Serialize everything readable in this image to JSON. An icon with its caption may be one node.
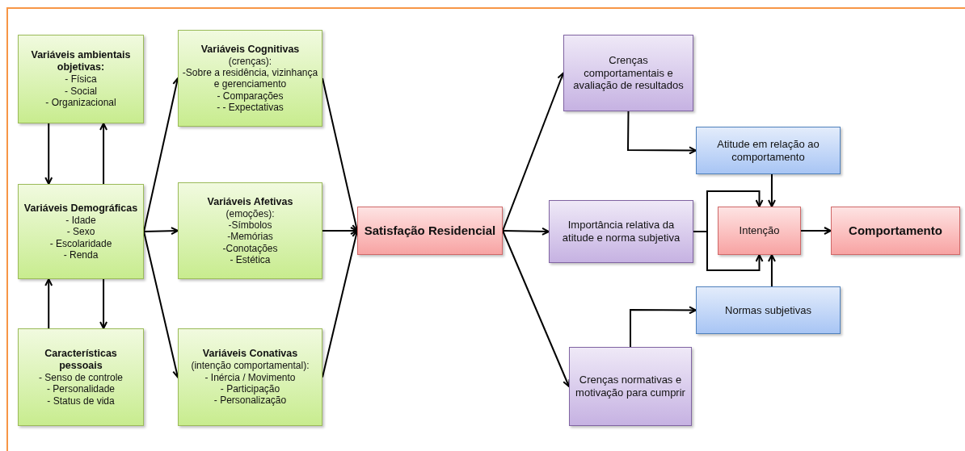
{
  "diagram": {
    "nodes": [
      {
        "text": [
          "Variáveis ambientais objetivas:",
          "- Física",
          "- Social",
          "- Organizacional"
        ]
      },
      {
        "text": [
          "Variáveis Demográficas",
          "- Idade",
          "- Sexo",
          "- Escolaridade",
          "- Renda"
        ]
      },
      {
        "text": [
          "Características pessoais",
          "- Senso de controle",
          "- Personalidade",
          "- Status de vida"
        ]
      },
      {
        "text": [
          "Variáveis Cognitivas",
          "(crenças):",
          "-Sobre a residência, vizinhança e gerenciamento",
          "- Comparações",
          "- - Expectativas"
        ]
      },
      {
        "text": [
          "Variáveis Afetivas",
          "(emoções):",
          "-Símbolos",
          "-Memórias",
          "-Conotações",
          "- Estética"
        ]
      },
      {
        "text": [
          "Variáveis Conativas",
          "(intenção comportamental):",
          "- Inércia / Movimento",
          "- Participação",
          "- Personalização"
        ]
      },
      {
        "text": [
          "Satisfação Residencial"
        ]
      },
      {
        "text": [
          "Crenças comportamentais e avaliação de resultados"
        ]
      },
      {
        "text": [
          "Importância relativa da atitude e norma subjetiva"
        ]
      },
      {
        "text": [
          "Crenças normativas e motivação para cumprir"
        ]
      },
      {
        "text": [
          "Atitude em relação ao comportamento"
        ]
      },
      {
        "text": [
          "Intenção"
        ]
      },
      {
        "text": [
          "Comportamento"
        ]
      },
      {
        "text": [
          "Normas subjetivas"
        ]
      }
    ],
    "edges": [
      {
        "from": 0,
        "to": 1,
        "arrow": "to"
      },
      {
        "from": 1,
        "to": 0,
        "arrow": "to"
      },
      {
        "from": 2,
        "to": 1,
        "arrow": "to"
      },
      {
        "from": 1,
        "to": 2,
        "arrow": "to"
      },
      {
        "from": 1,
        "to": 3,
        "arrow": "to"
      },
      {
        "from": 1,
        "to": 4,
        "arrow": "to"
      },
      {
        "from": 1,
        "to": 5,
        "arrow": "to"
      },
      {
        "from": 3,
        "to": 6,
        "arrow": "to"
      },
      {
        "from": 4,
        "to": 6,
        "arrow": "to"
      },
      {
        "from": 5,
        "to": 6,
        "arrow": "to"
      },
      {
        "from": 6,
        "to": 7,
        "arrow": "to"
      },
      {
        "from": 6,
        "to": 8,
        "arrow": "to"
      },
      {
        "from": 6,
        "to": 9,
        "arrow": "to"
      },
      {
        "from": 7,
        "to": 10,
        "arrow": "to"
      },
      {
        "from": 9,
        "to": 13,
        "arrow": "to"
      },
      {
        "from": 8,
        "to": 11,
        "arrow": "to"
      },
      {
        "from": 8,
        "to": 11,
        "arrow": "to"
      },
      {
        "from": 10,
        "to": 11,
        "arrow": "to"
      },
      {
        "from": 13,
        "to": 11,
        "arrow": "to"
      },
      {
        "from": 11,
        "to": 12,
        "arrow": "to"
      }
    ]
  }
}
